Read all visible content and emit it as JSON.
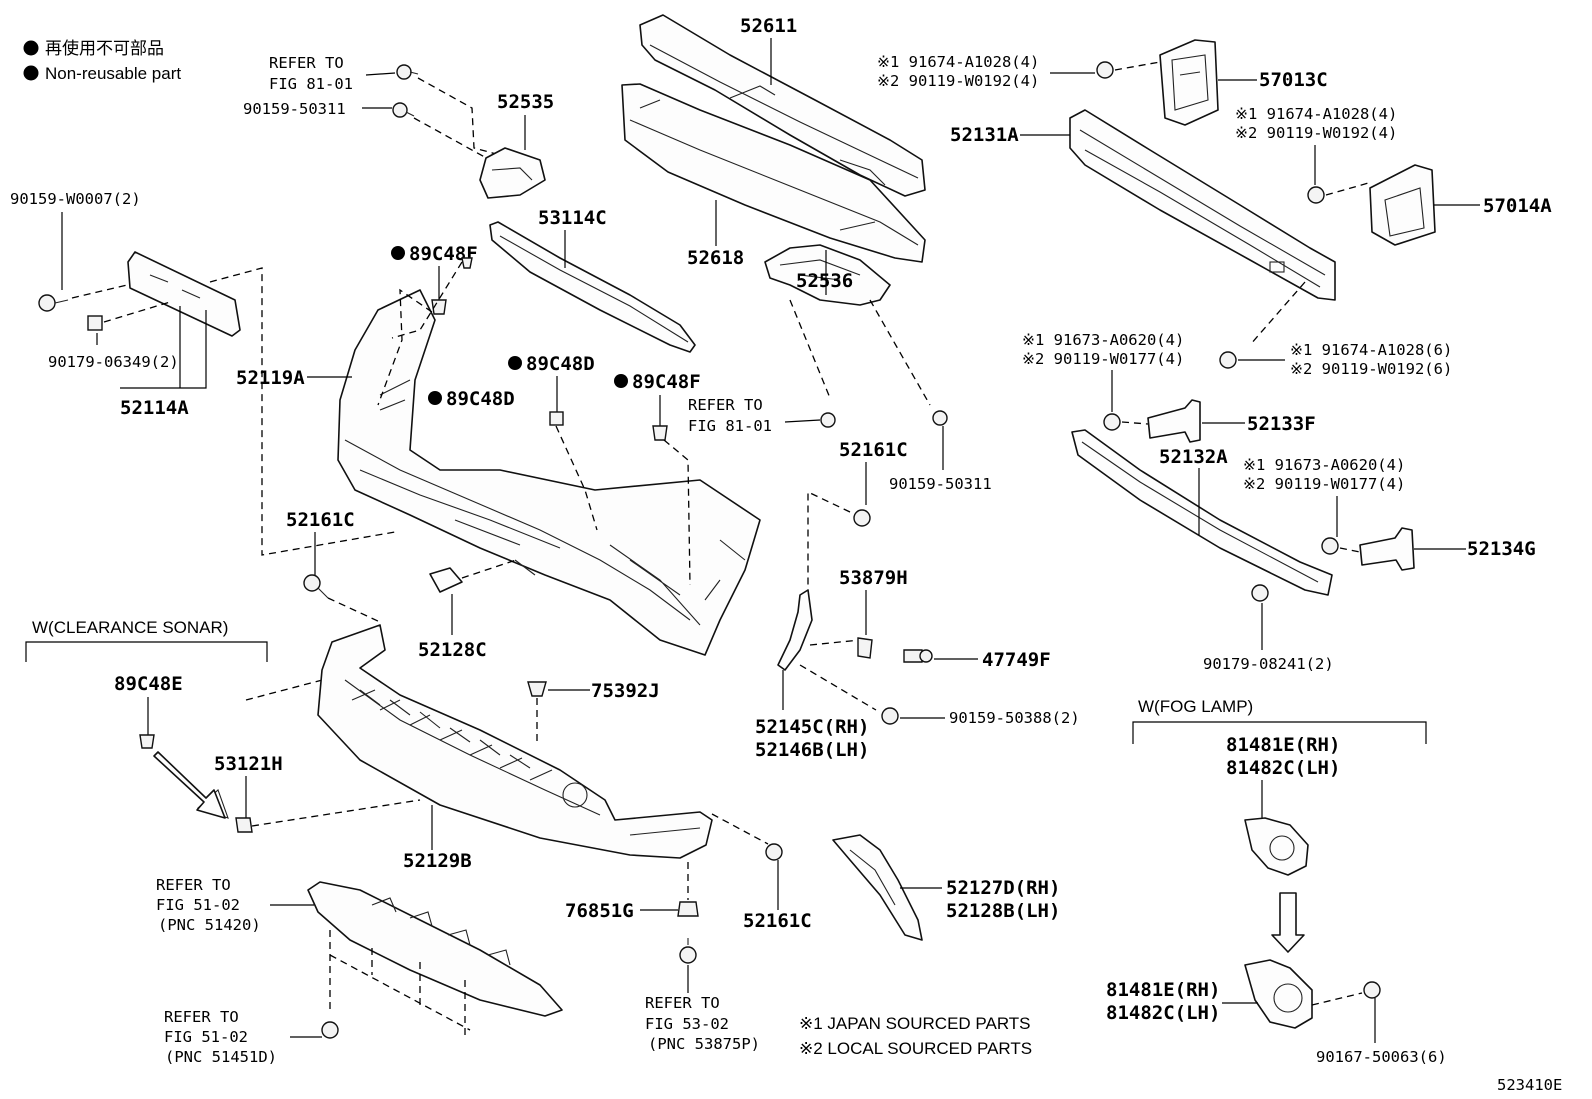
{
  "legend": {
    "non_reusable_jp": "再使用不可部品",
    "non_reusable_en": "Non-reusable part"
  },
  "sections": {
    "clearance_sonar": "W(CLEARANCE SONAR)",
    "fog_lamp": "W(FOG LAMP)"
  },
  "refs": {
    "r_81_01_top_a": "REFER TO",
    "r_81_01_top_b": "FIG 81-01",
    "r_81_01_mid_a": "REFER TO",
    "r_81_01_mid_b": "FIG 81-01",
    "r_51_02_a_a": "REFER TO",
    "r_51_02_a_b": "FIG 51-02",
    "r_51_02_a_c": "(PNC 51420)",
    "r_51_02_b_a": "REFER TO",
    "r_51_02_b_b": "FIG 51-02",
    "r_51_02_b_c": "(PNC 51451D)",
    "r_53_02_a": "REFER TO",
    "r_53_02_b": "FIG 53-02",
    "r_53_02_c": "(PNC 53875P)"
  },
  "labels": {
    "p52611": "52611",
    "p52618": "52618",
    "p52535": "52535",
    "p53114c": "53114C",
    "p52536": "52536",
    "p90159_50311_a": "90159-50311",
    "p90159_50311_b": "90159-50311",
    "p90159_w0007": "90159-W0007(2)",
    "p90179_06349": "90179-06349(2)",
    "p52114a": "52114A",
    "p89c48f_a": "89C48F",
    "p89c48f_b": "89C48F",
    "p89c48d_a": "89C48D",
    "p89c48d_b": "89C48D",
    "p52119a": "52119A",
    "p52161c_a": "52161C",
    "p52161c_b": "52161C",
    "p52161c_c": "52161C",
    "p52128c": "52128C",
    "p89c48e": "89C48E",
    "p53121h": "53121H",
    "p75392j": "75392J",
    "p52129b": "52129B",
    "p76851g": "76851G",
    "p53879h": "53879H",
    "p47749f": "47749F",
    "p90159_50388": "90159-50388(2)",
    "p52145c": "52145C(RH)",
    "p52146b": "52146B(LH)",
    "p52127d": "52127D(RH)",
    "p52128b": "52128B(LH)",
    "p57013c": "57013C",
    "p57014a": "57014A",
    "p52131a": "52131A",
    "p52133f": "52133F",
    "p52132a": "52132A",
    "p52134g": "52134G",
    "p90179_08241": "90179-08241(2)",
    "p81481e_a": "81481E(RH)",
    "p81482c_a": "81482C(LH)",
    "p81481e_b": "81481E(RH)",
    "p81482c_b": "81482C(LH)",
    "p90167_50063": "90167-50063(6)",
    "q1_1": "※1 91674-A1028(4)",
    "q1_2": "※2 90119-W0192(4)",
    "q2_1": "※1 91674-A1028(4)",
    "q2_2": "※2 90119-W0192(4)",
    "q3_1": "※1 91673-A0620(4)",
    "q3_2": "※2 90119-W0177(4)",
    "q4_1": "※1 91674-A1028(6)",
    "q4_2": "※2 90119-W0192(6)",
    "q5_1": "※1 91673-A0620(4)",
    "q5_2": "※2 90119-W0177(4)"
  },
  "footnotes": {
    "n1": "※1  JAPAN SOURCED PARTS",
    "n2": "※2  LOCAL SOURCED PARTS"
  },
  "figure_id": "523410E"
}
